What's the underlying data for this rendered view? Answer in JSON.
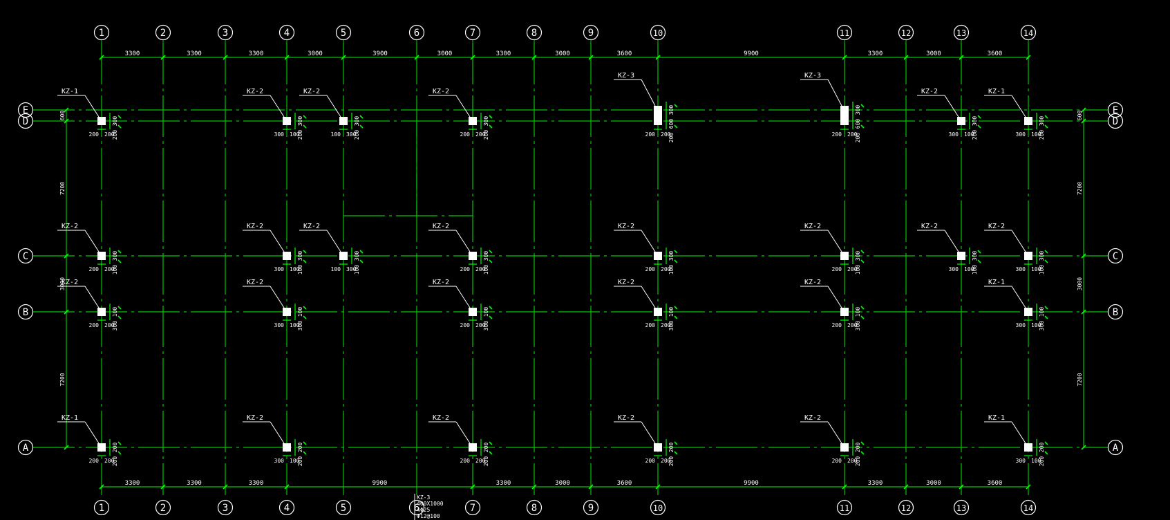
{
  "theme": {
    "background": "#000000",
    "grid": "#00c800",
    "bubble": "#ffffff",
    "column": "#ffffff",
    "text": "#ffffff",
    "dim_tick": "#00ff00"
  },
  "axes": {
    "numbered": [
      "1",
      "2",
      "3",
      "4",
      "5",
      "6",
      "7",
      "8",
      "9",
      "10",
      "11",
      "12",
      "13",
      "14"
    ],
    "lettered": [
      "E",
      "D",
      "C",
      "B",
      "A"
    ]
  },
  "dimensions": {
    "top": [
      "3300",
      "3300",
      "3300",
      "3000",
      "3900",
      "3000",
      "3300",
      "3000",
      "3600",
      "9900",
      "3300",
      "3000",
      "3600"
    ],
    "bottom": [
      "3300",
      "3300",
      "3300",
      "9900",
      "3300",
      "3000",
      "3600",
      "9900",
      "3300",
      "3000",
      "3600"
    ],
    "left": [
      "600",
      "7200",
      "3000",
      "7200"
    ],
    "right": [
      "600",
      "7200",
      "3000",
      "7200"
    ]
  },
  "columns": [
    {
      "label": "KZ-1",
      "axis_x": "1",
      "axis_y": "D",
      "dims": [
        "200",
        "200"
      ],
      "side": [
        "300",
        "200"
      ]
    },
    {
      "label": "KZ-2",
      "axis_x": "4",
      "axis_y": "D",
      "dims": [
        "300",
        "100"
      ],
      "side": [
        "300",
        "200"
      ]
    },
    {
      "label": "KZ-2",
      "axis_x": "5",
      "axis_y": "D",
      "dims": [
        "100",
        "300"
      ],
      "side": [
        "300",
        "200"
      ]
    },
    {
      "label": "KZ-2",
      "axis_x": "7",
      "axis_y": "D",
      "dims": [
        "200",
        "200"
      ],
      "side": [
        "300",
        "200"
      ]
    },
    {
      "label": "KZ-3",
      "axis_x": "10",
      "axis_y": "D",
      "dims": [
        "200",
        "200"
      ],
      "side": [
        "300",
        "600",
        "200"
      ]
    },
    {
      "label": "KZ-3",
      "axis_x": "11",
      "axis_y": "D",
      "dims": [
        "200",
        "200"
      ],
      "side": [
        "300",
        "600",
        "200"
      ]
    },
    {
      "label": "KZ-2",
      "axis_x": "13",
      "axis_y": "D",
      "dims": [
        "300",
        "100"
      ],
      "side": [
        "300",
        "200"
      ]
    },
    {
      "label": "KZ-1",
      "axis_x": "14",
      "axis_y": "D",
      "dims": [
        "300",
        "100"
      ],
      "side": [
        "300",
        "200"
      ]
    },
    {
      "label": "KZ-2",
      "axis_x": "1",
      "axis_y": "C",
      "dims": [
        "200",
        "200"
      ],
      "side": [
        "300",
        "100"
      ]
    },
    {
      "label": "KZ-2",
      "axis_x": "4",
      "axis_y": "C",
      "dims": [
        "300",
        "100"
      ],
      "side": [
        "300",
        "100"
      ]
    },
    {
      "label": "KZ-2",
      "axis_x": "5",
      "axis_y": "C",
      "dims": [
        "100",
        "300"
      ],
      "side": [
        "300",
        "100"
      ]
    },
    {
      "label": "KZ-2",
      "axis_x": "7",
      "axis_y": "C",
      "dims": [
        "200",
        "200"
      ],
      "side": [
        "300",
        "100"
      ]
    },
    {
      "label": "KZ-2",
      "axis_x": "10",
      "axis_y": "C",
      "dims": [
        "200",
        "200"
      ],
      "side": [
        "300",
        "100"
      ]
    },
    {
      "label": "KZ-2",
      "axis_x": "11",
      "axis_y": "C",
      "dims": [
        "200",
        "200"
      ],
      "side": [
        "300",
        "100"
      ]
    },
    {
      "label": "KZ-2",
      "axis_x": "13",
      "axis_y": "C",
      "dims": [
        "300",
        "100"
      ],
      "side": [
        "300",
        "100"
      ]
    },
    {
      "label": "KZ-2",
      "axis_x": "14",
      "axis_y": "C",
      "dims": [
        "300",
        "100"
      ],
      "side": [
        "300",
        "100"
      ]
    },
    {
      "label": "KZ-2",
      "axis_x": "1",
      "axis_y": "B",
      "dims": [
        "200",
        "200"
      ],
      "side": [
        "100",
        "300"
      ]
    },
    {
      "label": "KZ-2",
      "axis_x": "4",
      "axis_y": "B",
      "dims": [
        "300",
        "100"
      ],
      "side": [
        "100",
        "300"
      ]
    },
    {
      "label": "KZ-2",
      "axis_x": "7",
      "axis_y": "B",
      "dims": [
        "200",
        "200"
      ],
      "side": [
        "100",
        "300"
      ]
    },
    {
      "label": "KZ-2",
      "axis_x": "10",
      "axis_y": "B",
      "dims": [
        "200",
        "200"
      ],
      "side": [
        "100",
        "300"
      ]
    },
    {
      "label": "KZ-2",
      "axis_x": "11",
      "axis_y": "B",
      "dims": [
        "200",
        "200"
      ],
      "side": [
        "100",
        "300"
      ]
    },
    {
      "label": "KZ-1",
      "axis_x": "14",
      "axis_y": "B",
      "dims": [
        "300",
        "100"
      ],
      "side": [
        "100",
        "300"
      ]
    },
    {
      "label": "KZ-1",
      "axis_x": "1",
      "axis_y": "A",
      "dims": [
        "200",
        "200"
      ],
      "side": [
        "200",
        "200"
      ]
    },
    {
      "label": "KZ-2",
      "axis_x": "4",
      "axis_y": "A",
      "dims": [
        "300",
        "100"
      ],
      "side": [
        "200",
        "200"
      ]
    },
    {
      "label": "KZ-2",
      "axis_x": "7",
      "axis_y": "A",
      "dims": [
        "200",
        "200"
      ],
      "side": [
        "200",
        "200"
      ]
    },
    {
      "label": "KZ-2",
      "axis_x": "10",
      "axis_y": "A",
      "dims": [
        "200",
        "200"
      ],
      "side": [
        "200",
        "200"
      ]
    },
    {
      "label": "KZ-2",
      "axis_x": "11",
      "axis_y": "A",
      "dims": [
        "200",
        "200"
      ],
      "side": [
        "200",
        "200"
      ]
    },
    {
      "label": "KZ-1",
      "axis_x": "14",
      "axis_y": "A",
      "dims": [
        "300",
        "100"
      ],
      "side": [
        "200",
        "200"
      ]
    }
  ],
  "note": [
    "KZ-3",
    "400X1000",
    "4Φ25",
    "Φ12@100"
  ]
}
